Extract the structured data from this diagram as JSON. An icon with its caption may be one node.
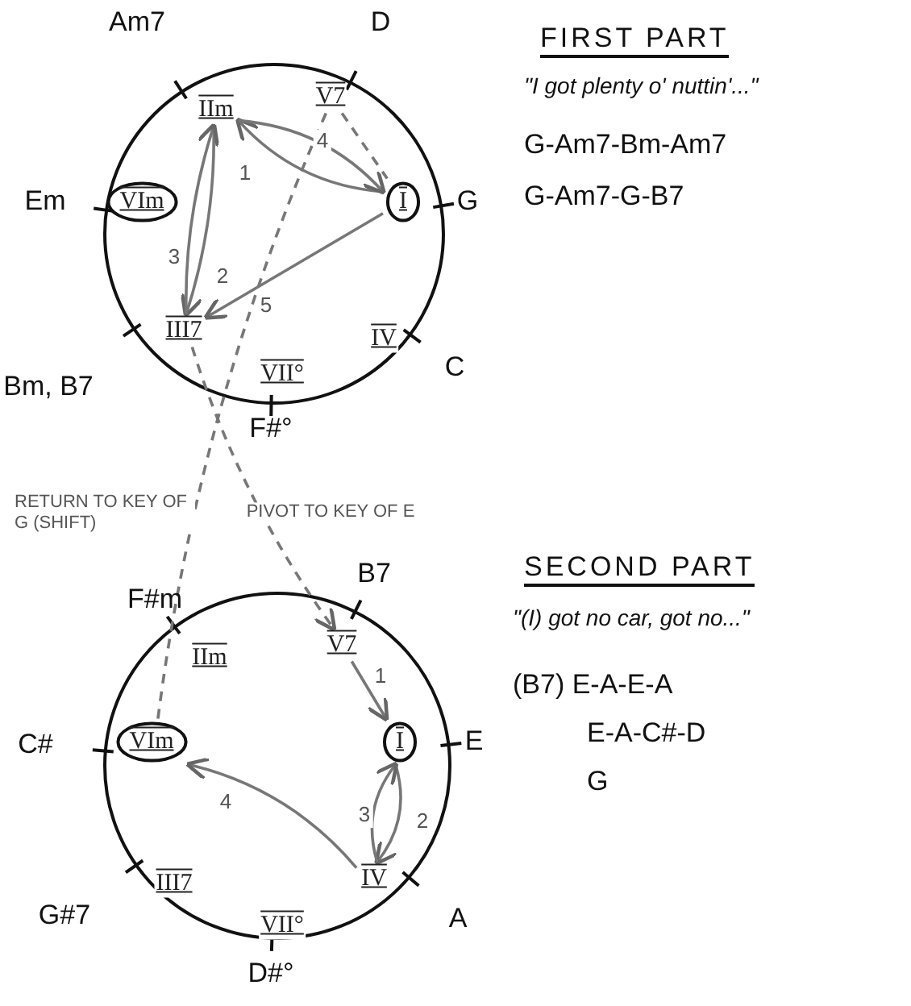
{
  "diagram": {
    "nodes": [
      {
        "text": [],
        "shape": "circle"
      },
      {
        "text": [
          "IIm"
        ],
        "in": 0
      },
      {
        "text": [
          "V7"
        ],
        "in": 0
      },
      {
        "text": [
          "VIm"
        ],
        "in": 0
      },
      {
        "text": [
          "I"
        ],
        "in": 0
      },
      {
        "text": [
          "III7"
        ],
        "in": 0
      },
      {
        "text": [
          "IV"
        ],
        "in": 0
      },
      {
        "text": [
          "VII°"
        ],
        "in": 0
      },
      {
        "text": [],
        "shape": "circle"
      },
      {
        "text": [
          "IIm"
        ],
        "in": 8
      },
      {
        "text": [
          "V7"
        ],
        "in": 8
      },
      {
        "text": [
          "VIm"
        ],
        "in": 8
      },
      {
        "text": [
          "I"
        ],
        "in": 8
      },
      {
        "text": [
          "IV"
        ],
        "in": 8
      },
      {
        "text": [
          "III7"
        ],
        "in": 8
      },
      {
        "text": [
          "VII°"
        ],
        "in": 8
      }
    ],
    "edges": [
      {
        "from": 4,
        "to": 1,
        "arrow": "to",
        "label": "1"
      },
      {
        "from": 1,
        "to": 5,
        "arrow": "to",
        "label": "2"
      },
      {
        "from": 5,
        "to": 1,
        "arrow": "to",
        "label": "3"
      },
      {
        "from": 1,
        "to": 4,
        "arrow": "to",
        "label": "4"
      },
      {
        "from": 4,
        "to": 5,
        "arrow": "to",
        "label": "5"
      },
      {
        "from": 2,
        "to": 4,
        "arrow": "none",
        "style": "dashed"
      },
      {
        "from": 5,
        "to": 10,
        "arrow": "to",
        "style": "dashed",
        "label": "PIVOT TO KEY OF E"
      },
      {
        "from": 11,
        "to": 2,
        "arrow": "none",
        "style": "dashed",
        "label": "RETURN TO KEY OF G (SHIFT)"
      },
      {
        "from": 10,
        "to": 12,
        "arrow": "to",
        "label": "1"
      },
      {
        "from": 12,
        "to": 13,
        "arrow": "to",
        "label": "2"
      },
      {
        "from": 13,
        "to": 12,
        "arrow": "to",
        "label": "3"
      },
      {
        "from": 13,
        "to": 11,
        "arrow": "to",
        "label": "4"
      }
    ],
    "labels": [
      "Am7",
      "D",
      "Em",
      "G",
      "Bm, B7",
      "C",
      "F#°",
      "FIRST PART",
      "\"I got plenty o' nuttin'...\"",
      "G-Am7-Bm-Am7",
      "G-Am7-G-B7",
      "F#m",
      "B7",
      "C#",
      "E",
      "G#7",
      "A",
      "D#°",
      "SECOND PART",
      "\"(I) got no car, got no...\"",
      "(B7) E-A-E-A",
      "E-A-C#-D",
      "G"
    ]
  }
}
